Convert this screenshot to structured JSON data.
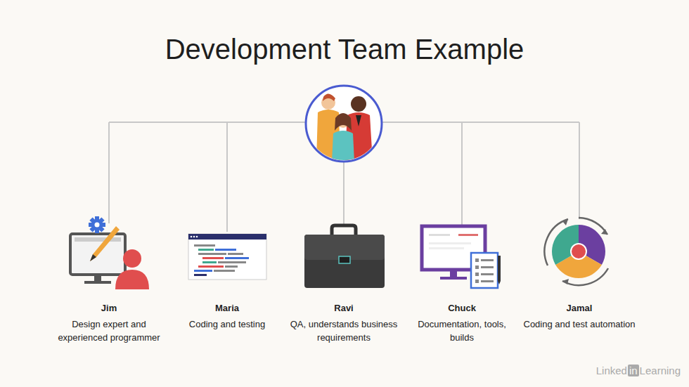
{
  "diagram": {
    "title": "Development Team Example",
    "nodes": [
      {
        "text": [
          "Jim",
          "Design expert and experienced programmer"
        ]
      },
      {
        "text": [
          "Maria",
          "Coding and testing"
        ]
      },
      {
        "text": [
          "Ravi",
          "QA, understands business requirements"
        ]
      },
      {
        "text": [
          "Chuck",
          "Documentation, tools, builds"
        ]
      },
      {
        "text": [
          "Jamal",
          "Coding and test automation"
        ]
      }
    ],
    "labels": [
      "Linked",
      "in",
      "Learning"
    ]
  }
}
